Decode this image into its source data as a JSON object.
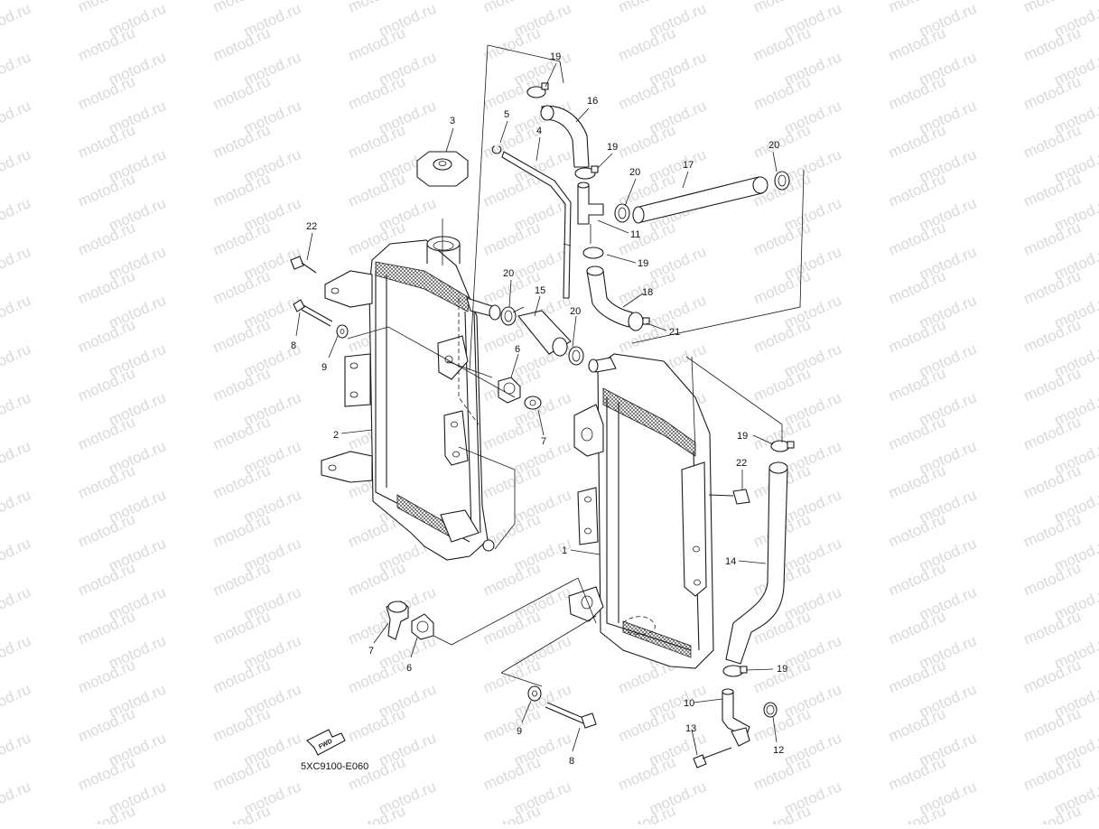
{
  "watermark": {
    "text": "motod.ru"
  },
  "diagram": {
    "code": "5XC9100-E060",
    "fwd_label": "FWD"
  },
  "callouts": [
    {
      "id": "c3",
      "label": "3"
    },
    {
      "id": "c5",
      "label": "5"
    },
    {
      "id": "c4",
      "label": "4"
    },
    {
      "id": "c19a",
      "label": "19"
    },
    {
      "id": "c16",
      "label": "16"
    },
    {
      "id": "c19b",
      "label": "19"
    },
    {
      "id": "c20a",
      "label": "20"
    },
    {
      "id": "c17",
      "label": "17"
    },
    {
      "id": "c20b",
      "label": "20"
    },
    {
      "id": "c11",
      "label": "11"
    },
    {
      "id": "c19c",
      "label": "19"
    },
    {
      "id": "c22a",
      "label": "22"
    },
    {
      "id": "c8a",
      "label": "8"
    },
    {
      "id": "c9a",
      "label": "9"
    },
    {
      "id": "c20c",
      "label": "20"
    },
    {
      "id": "c15",
      "label": "15"
    },
    {
      "id": "c18",
      "label": "18"
    },
    {
      "id": "c20d",
      "label": "20"
    },
    {
      "id": "c21",
      "label": "21"
    },
    {
      "id": "c6a",
      "label": "6"
    },
    {
      "id": "c7a",
      "label": "7"
    },
    {
      "id": "c2",
      "label": "2"
    },
    {
      "id": "c19d",
      "label": "19"
    },
    {
      "id": "c22b",
      "label": "22"
    },
    {
      "id": "c1",
      "label": "1"
    },
    {
      "id": "c14",
      "label": "14"
    },
    {
      "id": "c7b",
      "label": "7"
    },
    {
      "id": "c6b",
      "label": "6"
    },
    {
      "id": "c19e",
      "label": "19"
    },
    {
      "id": "c10",
      "label": "10"
    },
    {
      "id": "c12",
      "label": "12"
    },
    {
      "id": "c13",
      "label": "13"
    },
    {
      "id": "c9b",
      "label": "9"
    },
    {
      "id": "c8b",
      "label": "8"
    }
  ]
}
